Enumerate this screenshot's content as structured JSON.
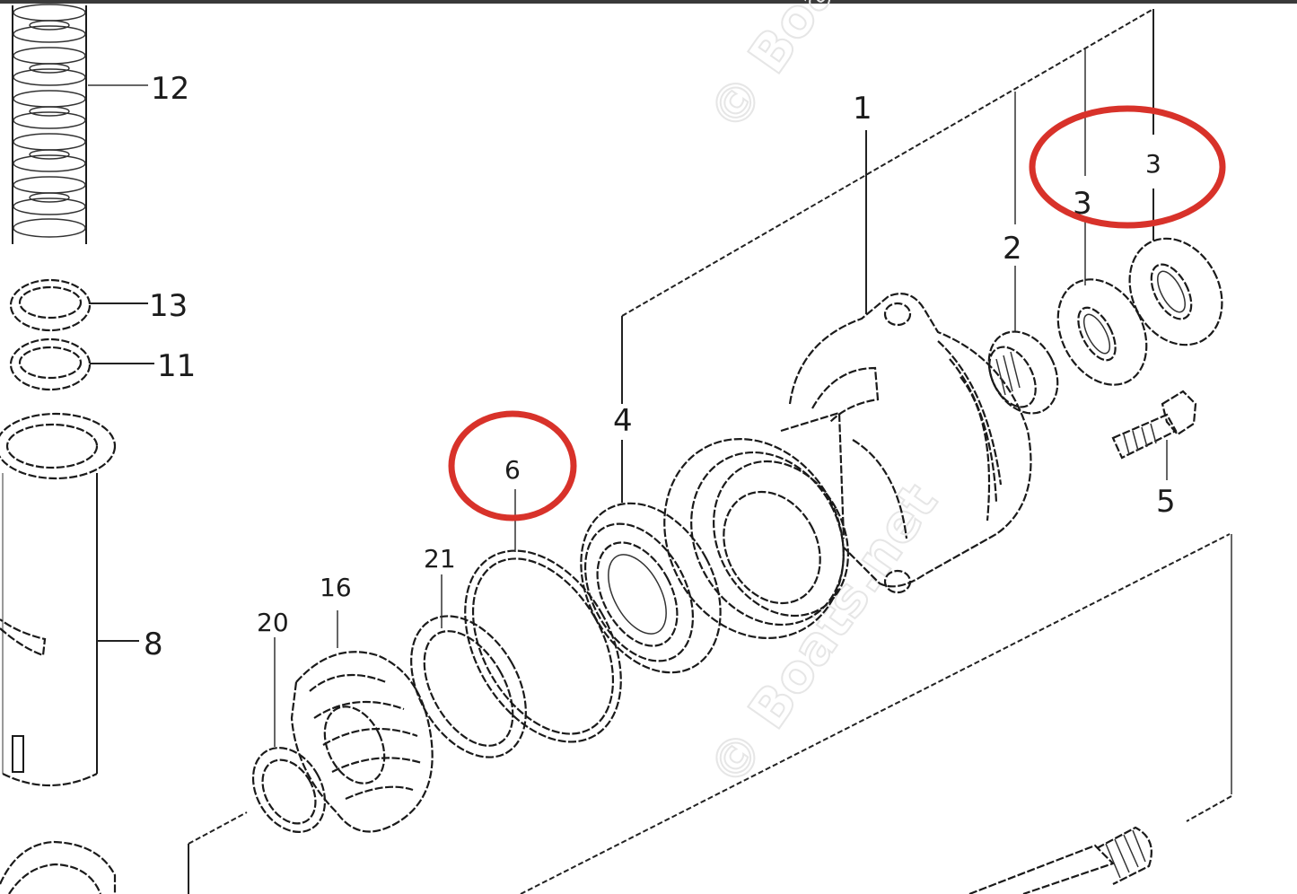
{
  "diagram": {
    "type": "exploded-parts-diagram",
    "subject": "outboard lower unit propeller shaft housing assembly",
    "watermark": "© Boats.net",
    "callouts": [
      {
        "id": "12",
        "label": "12",
        "part": "spring"
      },
      {
        "id": "13",
        "label": "13",
        "part": "washer"
      },
      {
        "id": "11",
        "label": "11",
        "part": "washer"
      },
      {
        "id": "8",
        "label": "8",
        "part": "sleeve"
      },
      {
        "id": "1",
        "label": "1",
        "part": "propeller shaft housing"
      },
      {
        "id": "2",
        "label": "2",
        "part": "needle bearing"
      },
      {
        "id": "3a",
        "label": "3",
        "part": "oil seal"
      },
      {
        "id": "3b",
        "label": "3",
        "part": "oil seal"
      },
      {
        "id": "4",
        "label": "4",
        "part": "ball bearing"
      },
      {
        "id": "5",
        "label": "5",
        "part": "bolt"
      },
      {
        "id": "6",
        "label": "6",
        "part": "o-ring"
      },
      {
        "id": "21",
        "label": "21",
        "part": "shim"
      },
      {
        "id": "16",
        "label": "16",
        "part": "reverse gear"
      },
      {
        "id": "20",
        "label": "20",
        "part": "thrust washer"
      }
    ],
    "highlights": [
      {
        "color": "#d8322a",
        "shape": "ellipse",
        "target": "callouts 3 and 3"
      },
      {
        "color": "#d8322a",
        "shape": "ellipse",
        "target": "callout 6"
      }
    ]
  },
  "colors": {
    "line": "#1a1a1a",
    "highlight": "#d8322a",
    "background": "#ffffff",
    "topbar": "#3a3a3a",
    "watermark": "#e6e6e6"
  }
}
